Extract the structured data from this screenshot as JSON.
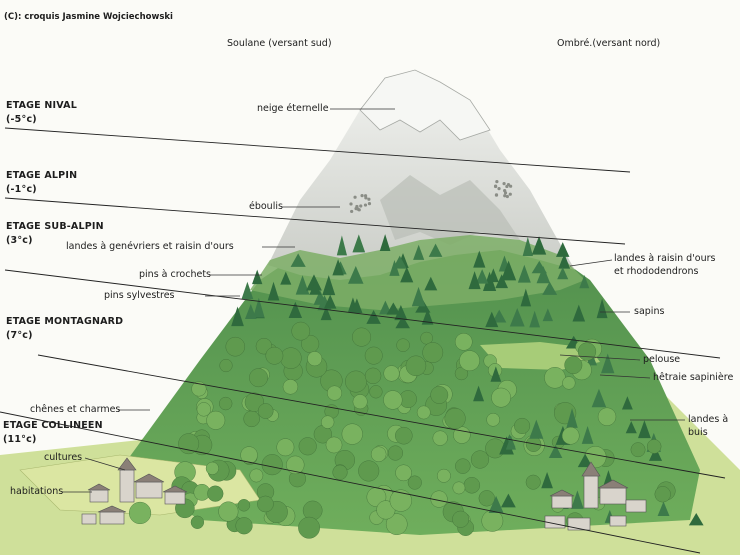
{
  "copyright": "(C): croquis Jasmine Wojciechowski",
  "slopes": {
    "south": "Soulane (versant sud)",
    "north": "Ombré.(versant nord)"
  },
  "stages": [
    {
      "name": "ETAGE NIVAL",
      "temp": "(-5°c)"
    },
    {
      "name": "ETAGE ALPIN",
      "temp": "(-1°c)"
    },
    {
      "name": "ETAGE SUB-ALPIN",
      "temp": "(3°c)"
    },
    {
      "name": "ETAGE MONTAGNARD",
      "temp": "(7°c)"
    },
    {
      "name": "ETAGE COLLINEEN",
      "temp": "(11°c)"
    }
  ],
  "left_labels": {
    "neige": "neige éternelle",
    "eboulis": "éboulis",
    "landes_gen": "landes à genévriers et raisin d'ours",
    "pins_crochets": "pins à crochets",
    "pins_sylvestres": "pins sylvestres",
    "chenes": "chênes et charmes",
    "cultures": "cultures",
    "habitations": "habitations"
  },
  "right_labels": {
    "landes_raisin": "landes à raisin d'ours\net rhododendrons",
    "sapins": "sapins",
    "pelouse": "pelouse",
    "hetraie": "hêtraie sapinière",
    "landes_buis": "landes à\nbuis"
  },
  "colors": {
    "snow": "#e4e6e2",
    "rock": "#c9cbc6",
    "forest_dark": "#3f7f45",
    "forest": "#6fa85a",
    "meadow": "#b9d58a",
    "field": "#d6e49a",
    "line": "#222222"
  }
}
